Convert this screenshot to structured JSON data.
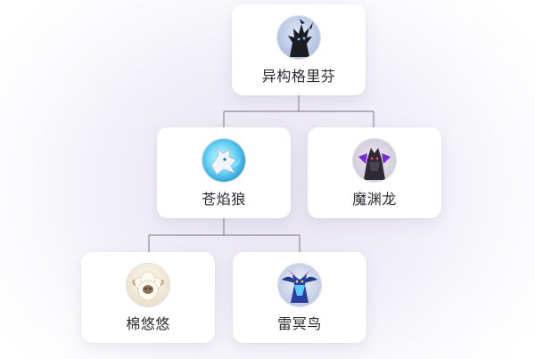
{
  "tree": {
    "root": {
      "label": "异构格里芬",
      "icon": "black-dragon-avatar-icon"
    },
    "children": [
      {
        "label": "苍焰狼",
        "icon": "blue-flame-wolf-avatar-icon"
      },
      {
        "label": "魔渊龙",
        "icon": "dark-abyss-dragon-avatar-icon"
      }
    ],
    "grandchildren": [
      {
        "label": "棉悠悠",
        "icon": "fluffy-sheep-avatar-icon"
      },
      {
        "label": "雷冥鸟",
        "icon": "thunder-bird-avatar-icon"
      }
    ]
  },
  "colors": {
    "connector": "#8d8d93",
    "card_background": "#ffffff",
    "label_text": "#2b2b33"
  }
}
